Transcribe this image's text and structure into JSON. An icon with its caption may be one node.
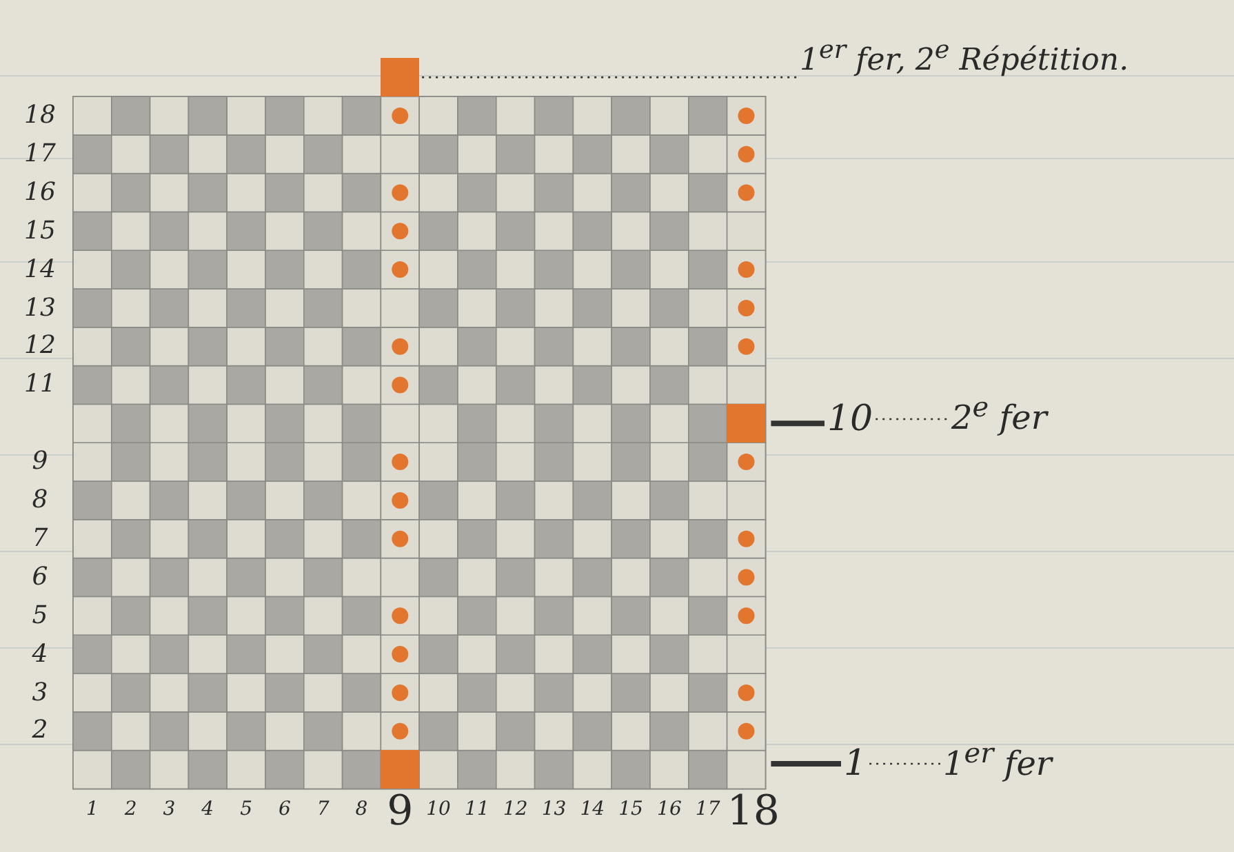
{
  "diagram": {
    "nodes": [
      {
        "text": [],
        "shape": "box"
      },
      {
        "text": [
          "1$^{er}$ fer, 2$^{e}$ Répétition."
        ]
      },
      {
        "text": [],
        "shape": "box"
      },
      {
        "text": [
          "10"
        ]
      },
      {
        "text": [
          "2$^{e}$ fer"
        ]
      },
      {
        "text": [],
        "shape": "box"
      },
      {
        "text": [
          "1"
        ]
      },
      {
        "text": [
          "1$^{er}$ fer"
        ]
      }
    ],
    "edges": [
      {
        "from": 0,
        "to": 1,
        "arrow": "none",
        "style": "dashed"
      },
      {
        "from": 2,
        "to": 3,
        "arrow": "none",
        "style": "thick"
      },
      {
        "from": 3,
        "to": 4,
        "arrow": "none",
        "style": "dashed"
      },
      {
        "from": null,
        "to": 6,
        "arrow": "none",
        "style": "thick"
      },
      {
        "from": 6,
        "to": 7,
        "arrow": "none",
        "style": "dashed"
      }
    ],
    "labels": [
      "18",
      "17",
      "16",
      "15",
      "14",
      "13",
      "12",
      "11",
      "9",
      "8",
      "7",
      "6",
      "5",
      "4",
      "3",
      "2",
      "1",
      "2",
      "3",
      "4",
      "5",
      "6",
      "7",
      "8",
      "9",
      "10",
      "11",
      "12",
      "13",
      "14",
      "15",
      "16",
      "17",
      "18"
    ]
  }
}
